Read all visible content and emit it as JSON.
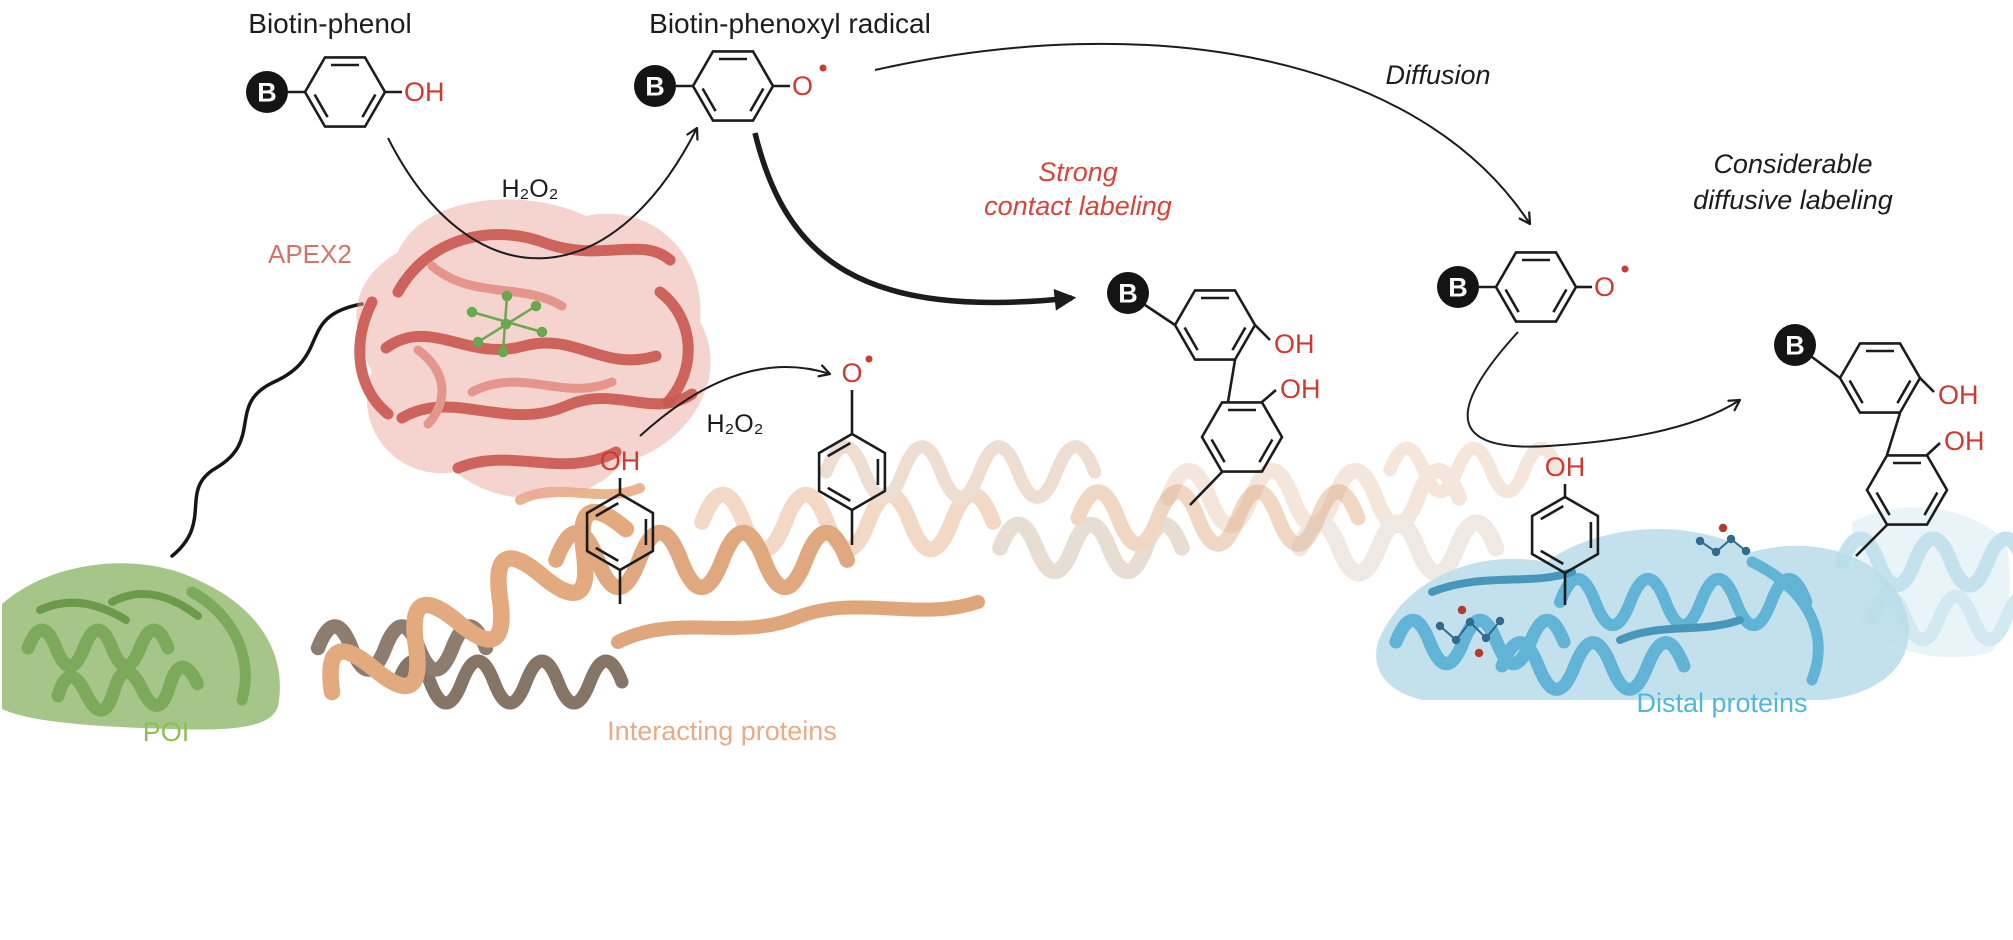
{
  "labels": {
    "biotin_phenol": "Biotin-phenol",
    "biotin_phenoxyl_radical": "Biotin-phenoxyl radical",
    "diffusion": "Diffusion",
    "considerable_line1": "Considerable",
    "considerable_line2": "diffusive labeling",
    "strong_line1": "Strong",
    "strong_line2": "contact labeling",
    "h2o2": "H₂O₂",
    "apex2": "APEX2",
    "poi": "POI",
    "interacting_proteins": "Interacting proteins",
    "distal_proteins": "Distal proteins"
  },
  "chem": {
    "biotin": "B",
    "hydroxyl": "OH",
    "oxygen": "O",
    "radical_dot": "·"
  },
  "colors": {
    "chem_red": "#ce3a30",
    "strong_label_red": "#d5453c",
    "apex2_salmon": "#d0756b",
    "apex2_ribbon": "#c9564e",
    "heme_green": "#69a84f",
    "poi_green": "#8cbf52",
    "interacting_tan": "#e8ab85",
    "distal_blue": "#4fb6dc",
    "ink": "#1c1c1c"
  }
}
